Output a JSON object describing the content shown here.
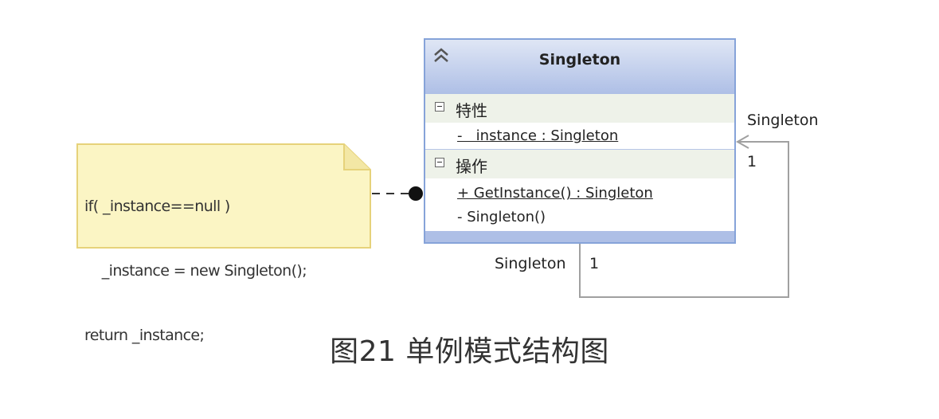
{
  "class": {
    "name": "Singleton",
    "attributes_title": "特性",
    "attributes": [
      "-   instance : Singleton"
    ],
    "operations_title": "操作",
    "operations": [
      "+ GetInstance() : Singleton",
      "- Singleton()"
    ]
  },
  "note": {
    "lines": [
      "if( _instance==null )",
      "    _instance = new Singleton();",
      "return _instance;"
    ]
  },
  "association": {
    "right_role": "Singleton",
    "right_multiplicity": "1",
    "bottom_role": "Singleton",
    "bottom_multiplicity": "1"
  },
  "caption": "图21 单例模式结构图",
  "colors": {
    "class_border": "#86a3d9",
    "class_header_light": "#dfe6f5",
    "class_header_dark": "#aebfe6",
    "section_header_bg": "#eef2e9",
    "note_fill": "#fbf5c4",
    "note_border": "#e6d27a",
    "line": "#999999"
  },
  "icons": [
    "collapse-chevron-up-icon",
    "collapse-minus-icon"
  ]
}
